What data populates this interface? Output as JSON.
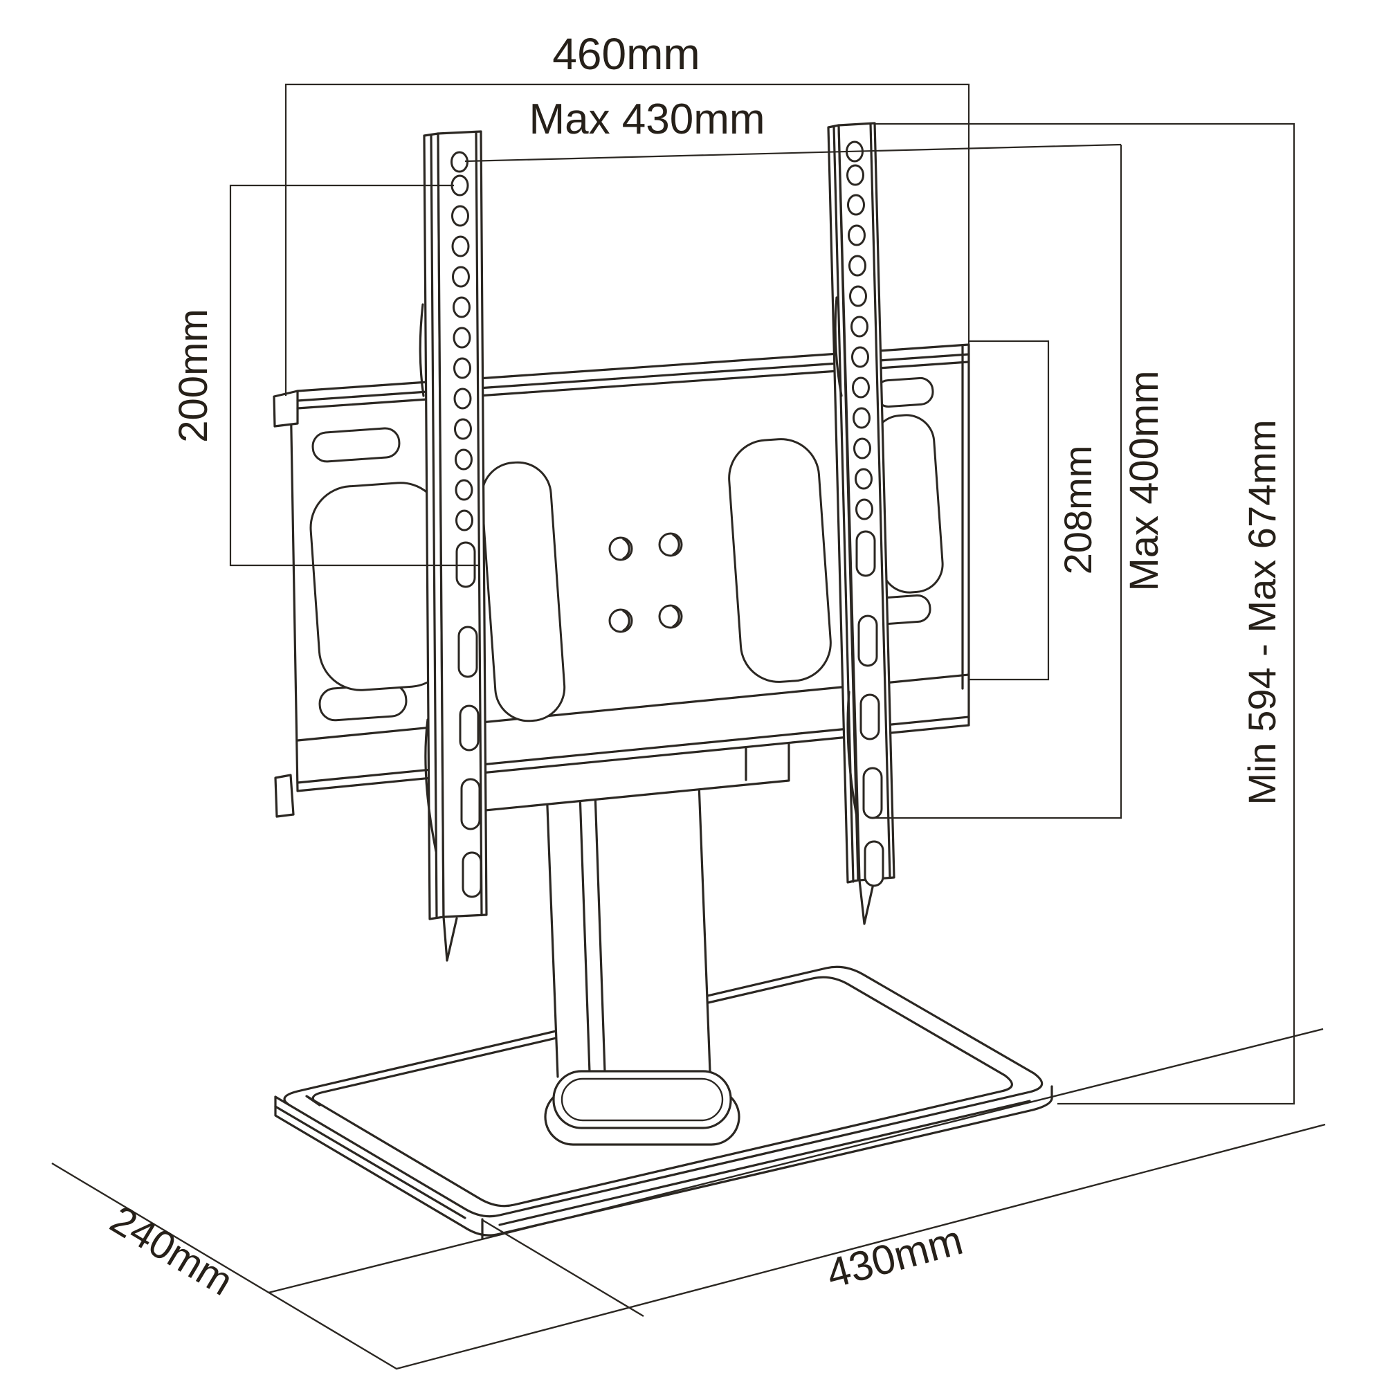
{
  "diagram": {
    "type": "technical-dimension-drawing",
    "subject": "Tabletop TV stand with VESA mounting rails, centre column and base plate",
    "labels": {
      "top_width": "460mm",
      "max_hole_width": "Max 430mm",
      "left_hole_spacing": "200mm",
      "plate_height": "208mm",
      "max_hole_height": "Max 400mm",
      "height_range": "Min 594 - Max 674mm",
      "base_depth": "240mm",
      "base_width": "430mm"
    },
    "colors": {
      "line": "#2b2722",
      "label": "#262019",
      "background": "#ffffff"
    }
  }
}
